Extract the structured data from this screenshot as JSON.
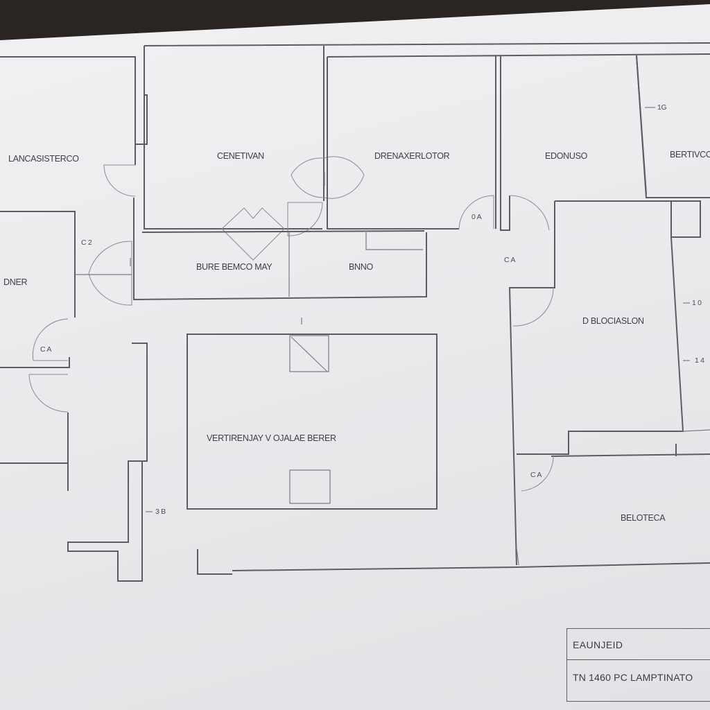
{
  "rooms": {
    "r1": "LANCASISTERCO",
    "r2": "CENETIVAN",
    "r3": "DRENAXERLOTOR",
    "r4": "EDONUSO",
    "r5": "BERTIVCO",
    "r6": "DNER",
    "r7": "BURE BEMCO MAY",
    "r8": "BNNO",
    "r9": "D BLOCIASLON",
    "r10": "VERTIRENJAY V OJALAE BERER",
    "r11": "BELOTECA"
  },
  "dimensions": {
    "d1": "1G",
    "d2": "0 A",
    "d3": "C A",
    "d4": "C 2",
    "d5": "C A",
    "d6": "1 0",
    "d7": "1 4",
    "d8": "C A",
    "d9": "3 B"
  },
  "title_block": {
    "line1": "EAUNJEID",
    "line2": "TN 1460 PC LAMPTINATO"
  }
}
